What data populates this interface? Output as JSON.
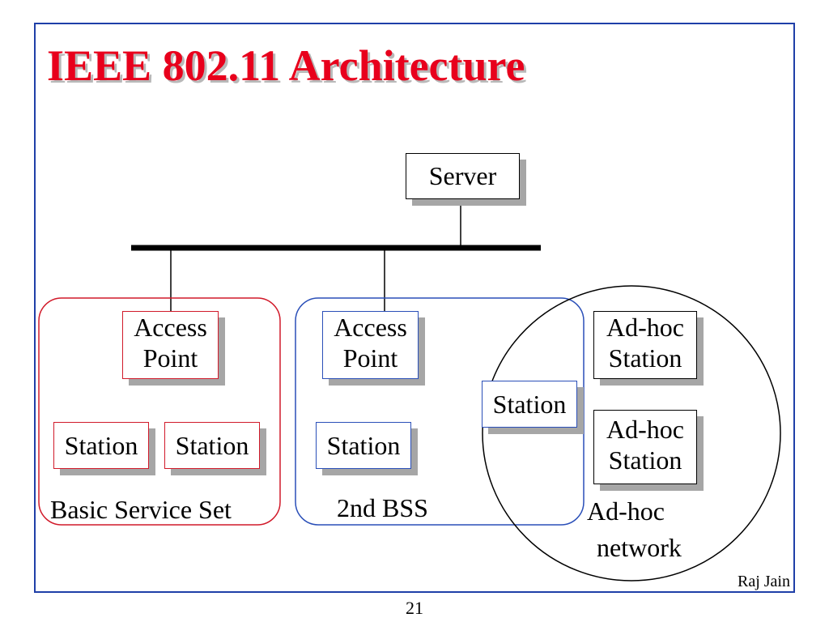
{
  "slide": {
    "title": "IEEE 802.11 Architecture",
    "author": "Raj Jain",
    "page_number": "21"
  },
  "colors": {
    "title": "#e8001c",
    "frame": "#1f3fa8",
    "bss_border": "#d11a2a",
    "bss2_border": "#2a4fb8",
    "adhoc_border": "#000000",
    "shadow": "#a6a6a6"
  },
  "diagram": {
    "server": {
      "label": "Server"
    },
    "bss": {
      "label": "Basic Service Set",
      "access_point": {
        "line1": "Access",
        "line2": "Point"
      },
      "stations": [
        "Station",
        "Station"
      ]
    },
    "bss2": {
      "label": "2nd BSS",
      "access_point": {
        "line1": "Access",
        "line2": "Point"
      },
      "stations": [
        "Station",
        "Station"
      ]
    },
    "adhoc": {
      "label_line1": "Ad-hoc",
      "label_line2": "network",
      "stations": [
        {
          "line1": "Ad-hoc",
          "line2": "Station"
        },
        {
          "line1": "Ad-hoc",
          "line2": "Station"
        }
      ]
    }
  }
}
